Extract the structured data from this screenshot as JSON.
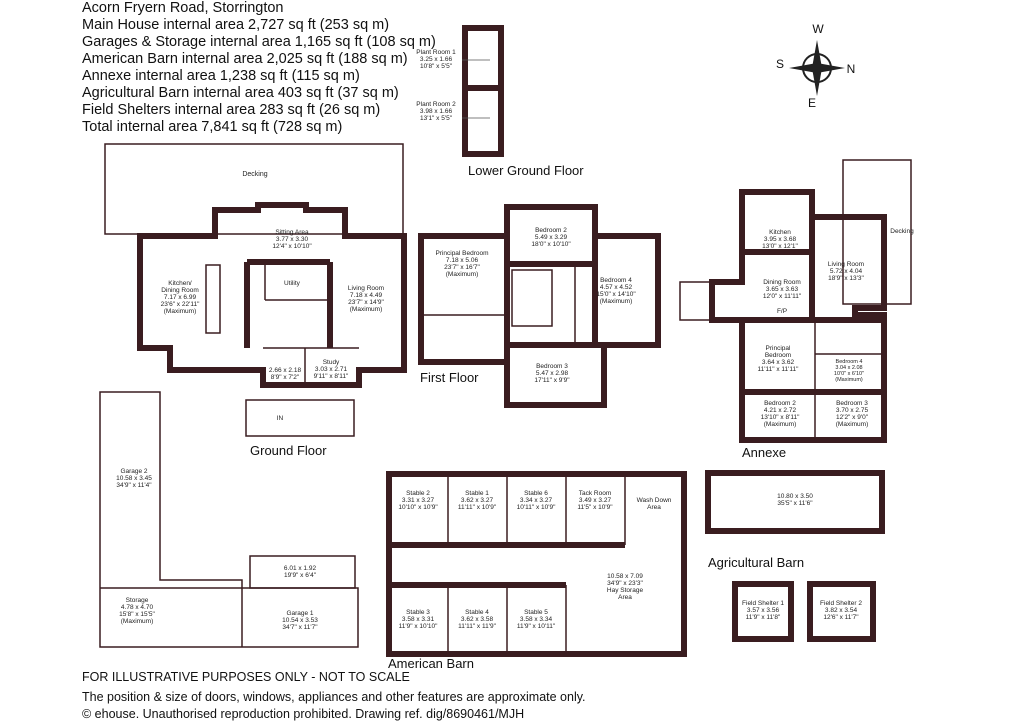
{
  "header": {
    "address": "Acorn Fryern Road, Storrington",
    "areas": [
      "Main House internal area 2,727 sq ft (253 sq m)",
      "Garages & Storage internal area 1,165 sq ft (108 sq m)",
      "American Barn internal area 2,025 sq ft (188 sq m)",
      "Annexe internal area 1,238 sq ft (115 sq m)",
      "Agricultural Barn internal area 403 sq ft (37 sq m)",
      "Field Shelters internal area 283 sq ft (26 sq m)",
      "Total internal area 7,841 sq ft (728 sq m)"
    ]
  },
  "compass": {
    "w": "W",
    "s": "S",
    "n": "N",
    "e": "E"
  },
  "floors": {
    "lower_ground": "Lower Ground Floor",
    "ground": "Ground Floor",
    "first": "First Floor",
    "annexe": "Annexe",
    "american_barn": "American Barn",
    "agricultural_barn": "Agricultural Barn"
  },
  "labels": {
    "decking": "Decking",
    "utility": "Utility",
    "in": "IN",
    "fp": "F/P",
    "annexe_decking": "Decking"
  },
  "rooms": {
    "plant1": [
      "Plant Room 1",
      "3.25 x 1.66",
      "10'8\" x 5'5\""
    ],
    "plant2": [
      "Plant Room 2",
      "3.98 x 1.66",
      "13'1\" x 5'5\""
    ],
    "kitchen_dining": [
      "Kitchen/",
      "Dining Room",
      "7.17 x 6.99",
      "23'6\" x 22'11\"",
      "(Maximum)"
    ],
    "sitting": [
      "Sitting Area",
      "3.77 x 3.30",
      "12'4\" x 10'10\""
    ],
    "living": [
      "Living Room",
      "7.18 x 4.49",
      "23'7\" x 14'9\"",
      "(Maximum)"
    ],
    "hall": [
      "2.66 x 2.18",
      "8'9\" x 7'2\""
    ],
    "study": [
      "Study",
      "3.03 x 2.71",
      "9'11\" x 8'11\""
    ],
    "principal": [
      "Principal Bedroom",
      "7.18 x 5.06",
      "23'7\" x 16'7\"",
      "(Maximum)"
    ],
    "bed2": [
      "Bedroom 2",
      "5.49 x 3.29",
      "18'0\" x 10'10\""
    ],
    "bed4": [
      "Bedroom 4",
      "4.57 x 4.52",
      "15'0\" x 14'10\"",
      "(Maximum)"
    ],
    "bed3": [
      "Bedroom 3",
      "5.47 x 2.98",
      "17'11\" x 9'9\""
    ],
    "garage2": [
      "Garage 2",
      "10.58 x 3.45",
      "34'9\" x 11'4\""
    ],
    "storage": [
      "Storage",
      "4.78 x 4.70",
      "15'8\" x 15'5\"",
      "(Maximum)"
    ],
    "store_small": [
      "6.01 x 1.92",
      "19'9\" x 6'4\""
    ],
    "garage1": [
      "Garage 1",
      "10.54 x 3.53",
      "34'7\" x 11'7\""
    ],
    "a_kitchen": [
      "Kitchen",
      "3.95 x 3.68",
      "13'0\" x 12'1\""
    ],
    "a_living": [
      "Living Room",
      "5.72 x 4.04",
      "18'9\" x 13'3\""
    ],
    "a_dining": [
      "Dining Room",
      "3.65 x 3.63",
      "12'0\" x 11'11\""
    ],
    "a_principal": [
      "Principal",
      "Bedroom",
      "3.64 x 3.62",
      "11'11\" x 11'11\""
    ],
    "a_bed4": [
      "Bedroom 4",
      "3.04 x 2.08",
      "10'0\" x 6'10\"",
      "(Maximum)"
    ],
    "a_bed2": [
      "Bedroom 2",
      "4.21 x 2.72",
      "13'10\" x 8'11\"",
      "(Maximum)"
    ],
    "a_bed3": [
      "Bedroom 3",
      "3.70 x 2.75",
      "12'2\" x 9'0\"",
      "(Maximum)"
    ],
    "stable2": [
      "Stable 2",
      "3.31 x 3.27",
      "10'10\" x 10'9\""
    ],
    "stable1": [
      "Stable 1",
      "3.62 x 3.27",
      "11'11\" x 10'9\""
    ],
    "stable6": [
      "Stable 6",
      "3.34 x 3.27",
      "10'11\" x 10'9\""
    ],
    "tack": [
      "Tack Room",
      "3.49 x 3.27",
      "11'5\" x 10'9\""
    ],
    "wash": [
      "Wash Down",
      "Area"
    ],
    "hay": [
      "10.58 x 7.09",
      "34'9\" x 23'3\"",
      "",
      "",
      "Hay Storage",
      "Area"
    ],
    "stable3": [
      "Stable 3",
      "3.58 x 3.31",
      "11'9\" x 10'10\""
    ],
    "stable4": [
      "Stable 4",
      "3.62 x 3.58",
      "11'11\" x 11'9\""
    ],
    "stable5": [
      "Stable 5",
      "3.58 x 3.34",
      "11'9\" x 10'11\""
    ],
    "agri": [
      "10.80 x 3.50",
      "35'5\" x 11'6\""
    ],
    "shelter1": [
      "Field Shelter 1",
      "3.57 x 3.56",
      "11'9\" x 11'8\""
    ],
    "shelter2": [
      "Field Shelter 2",
      "3.82 x 3.54",
      "12'6\" x 11'7\""
    ]
  },
  "footer": {
    "line1": "FOR ILLUSTRATIVE PURPOSES ONLY - NOT TO SCALE",
    "line2": "The position & size of doors, windows, appliances and other features are approximate only.",
    "line3": "© ehouse. Unauthorised reproduction prohibited. Drawing ref. dig/8690461/MJH"
  }
}
